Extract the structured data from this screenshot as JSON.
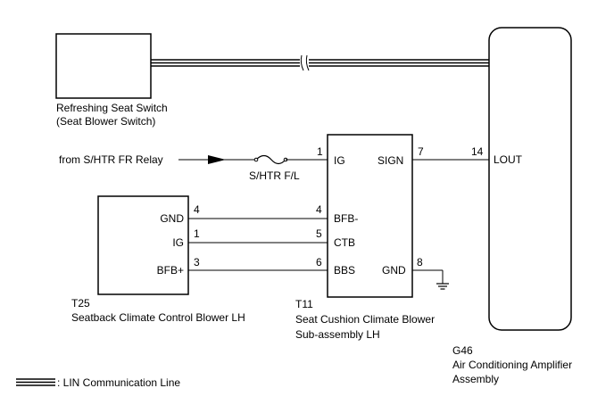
{
  "components": {
    "switch": {
      "name": "Refreshing Seat Switch",
      "subname": "(Seat Blower Switch)"
    },
    "amplifier": {
      "id": "G46",
      "name": "Air Conditioning Amplifier",
      "subname": "Assembly",
      "pin_label": "LOUT",
      "pin_number": "14"
    },
    "cushion_blower": {
      "id": "T11",
      "name": "Seat Cushion Climate Blower",
      "subname": "Sub-assembly LH",
      "pins": {
        "ig": {
          "label": "IG",
          "number": "1"
        },
        "sign": {
          "label": "SIGN",
          "number": "7"
        },
        "bfb_minus": {
          "label": "BFB-",
          "number": "4"
        },
        "ctb": {
          "label": "CTB",
          "number": "5"
        },
        "bbs": {
          "label": "BBS",
          "number": "6"
        },
        "gnd": {
          "label": "GND",
          "number": "8"
        }
      }
    },
    "seatback_blower": {
      "id": "T25",
      "name": "Seatback Climate Control Blower LH",
      "pins": {
        "gnd": {
          "label": "GND",
          "number": "4"
        },
        "ig": {
          "label": "IG",
          "number": "1"
        },
        "bfb_plus": {
          "label": "BFB+",
          "number": "3"
        }
      }
    }
  },
  "relay_source": "from S/HTR FR Relay",
  "fuse": "S/HTR F/L",
  "legend": ": LIN Communication Line"
}
